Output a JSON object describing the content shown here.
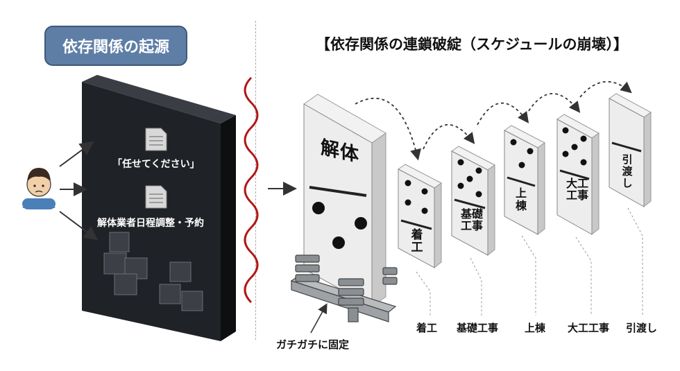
{
  "left": {
    "title": "依存関係の起源",
    "doc1": "「任せてください」",
    "doc2": "解体業者日程調整・予約"
  },
  "right": {
    "title": "【依存関係の連鎖破綻（スケジュールの崩壊）】",
    "fixed_label": "ガチガチに固定",
    "dominoes": [
      {
        "label": "解体",
        "pips": 3
      },
      {
        "label": "着工",
        "pips": 4
      },
      {
        "label": "基礎工事",
        "pips": 5
      },
      {
        "label": "上棟",
        "pips": 3
      },
      {
        "label": "大工工事",
        "pips": 5
      },
      {
        "label": "引渡し",
        "pips": 0
      }
    ],
    "bottom_labels": [
      "着工",
      "基礎工事",
      "上棟",
      "大工工事",
      "引渡し"
    ]
  }
}
